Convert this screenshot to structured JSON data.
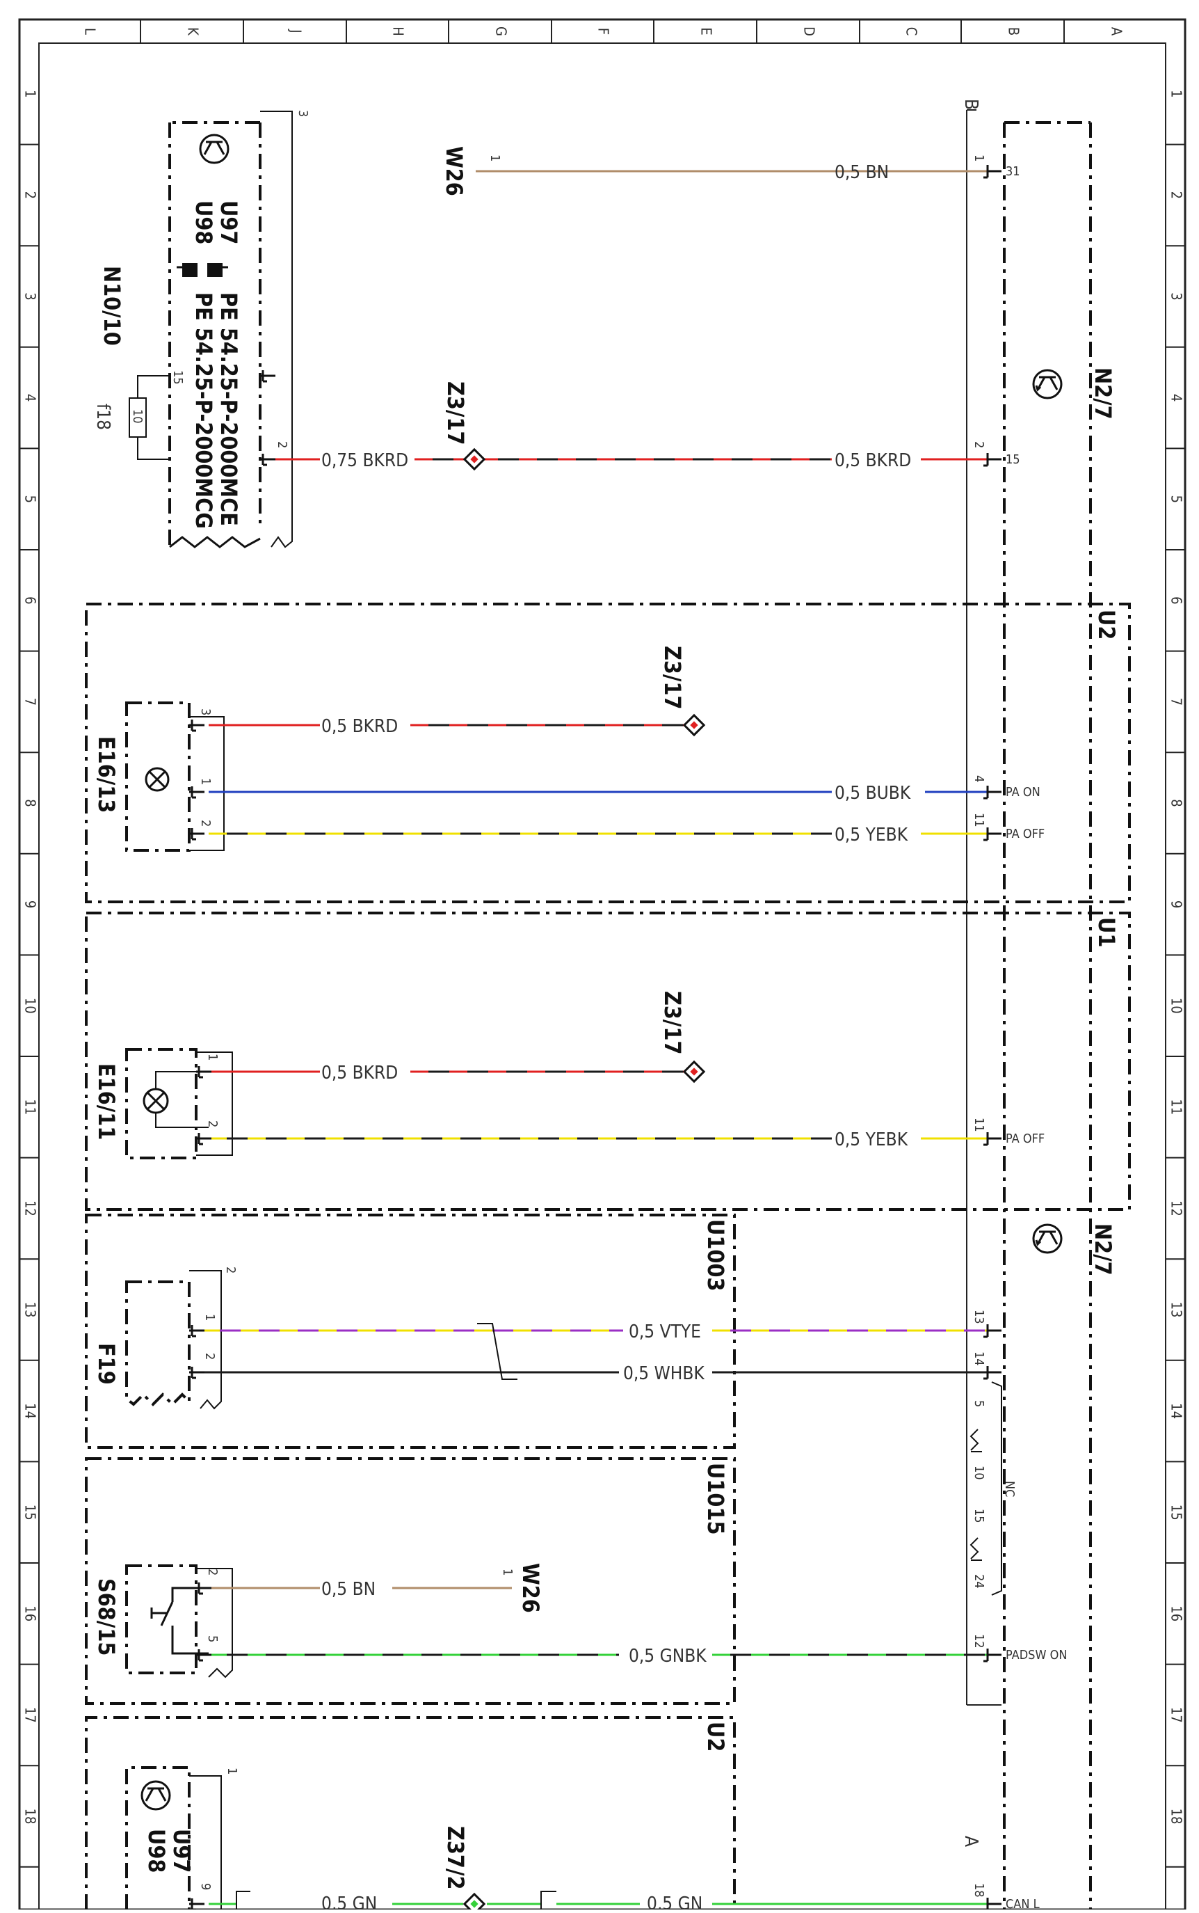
{
  "ruler": {
    "top": [
      "L",
      "K",
      "J",
      "H",
      "G",
      "F",
      "E",
      "D",
      "C",
      "B",
      "A"
    ],
    "side": [
      "1",
      "2",
      "3",
      "4",
      "5",
      "6",
      "7",
      "8",
      "9",
      "10",
      "11",
      "12",
      "13",
      "14",
      "15",
      "16",
      "17",
      "18"
    ]
  },
  "colors": {
    "BN": "#b08d6a",
    "BK": "#1a1a1a",
    "RD": "#e02020",
    "BU": "#1f3fbf",
    "YE": "#f0e000",
    "VT": "#9a2fc4",
    "WH": "#ffffff",
    "GN": "#34d13a"
  },
  "components": {
    "n10_10": {
      "label": "N10/10",
      "corner_num": "3",
      "pin15": "15",
      "pin2": "2",
      "fuse_label": "f18",
      "fuse_value": "10"
    },
    "u97_line": "U97",
    "u98_line": "U98",
    "pe_a": "PE 54.25-P-2000MCE",
    "pe_b": "PE 54.25-P-2000MCG",
    "n2_7_top": "N2/7",
    "n2_7_mid": "N2/7",
    "u2_top": "U2",
    "u1": "U1",
    "u1003": "U1003",
    "u1015": "U1015",
    "u2_bottom": "U2",
    "e16_13": "E16/13",
    "e16_11": "E16/11",
    "f19": "F19",
    "s68_15": "S68/15",
    "w26_top": "W26",
    "w26_bottom": "W26",
    "z3_17_a": "Z3/17",
    "z3_17_b": "Z3/17",
    "z3_17_c": "Z3/17",
    "z37_2": "Z37/2",
    "f19_corner": "2",
    "bottom_corner": "1",
    "bus_b": "B",
    "bus_a": "A",
    "nc": "NC"
  },
  "wires": {
    "w1": "0,5 BN",
    "w2": "0,75 BKRD",
    "w3": "0,5 BKRD",
    "w4": "0,5 BKRD",
    "w5": "0,5 BUBK",
    "w6": "0,5 YEBK",
    "w7": "0,5 BKRD",
    "w8": "0,5 YEBK",
    "w9": "0,5 VTYE",
    "w10": "0,5 WHBK",
    "w11": "0,5 BN",
    "w12": "0,5 GNBK",
    "w13": "0,5 GN",
    "w14": "0,5 GN"
  },
  "pins": {
    "p31": "1",
    "p15": "2",
    "p_w26": "1",
    "p_e13_3": "3",
    "p_e13_1": "1",
    "p_e13_2": "2",
    "p_e11_1": "1",
    "p_e11_2": "2",
    "p_f19_1": "1",
    "p_f19_2": "2",
    "p_s68_2": "2",
    "p_s68_5": "5",
    "p_w26b": "1",
    "pa_on_pin": "4",
    "pa_off_pin_a": "11",
    "pa_off_pin_b": "11",
    "p13": "13",
    "p14": "14",
    "p12": "12",
    "p18": "18",
    "p_u97": "9",
    "nc_5": "5",
    "nc_10": "10",
    "nc_15": "15",
    "nc_24": "24"
  },
  "signals": {
    "s31": "31",
    "s15": "15",
    "pa_on": "PA ON",
    "pa_off_a": "PA OFF",
    "pa_off_b": "PA OFF",
    "padsw_on": "PADSW ON",
    "can_l": "CAN L"
  }
}
